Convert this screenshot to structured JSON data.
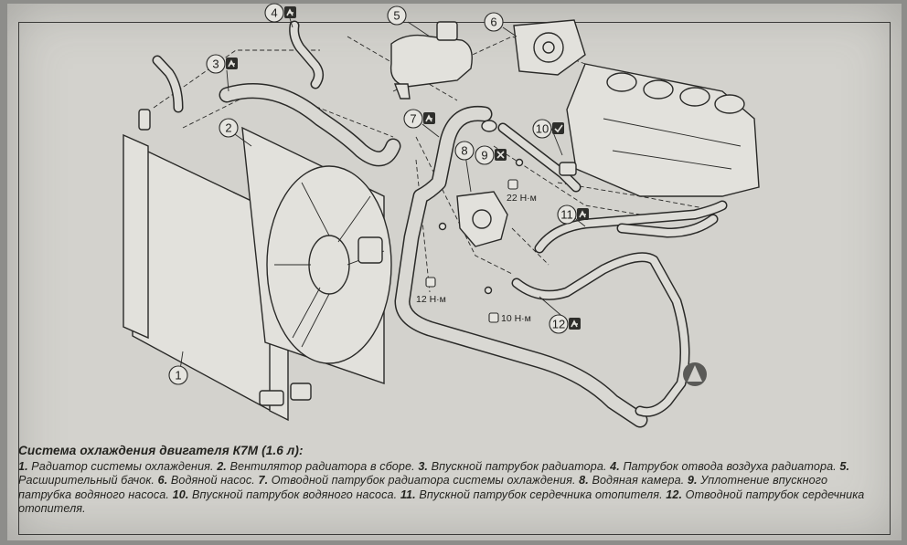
{
  "callouts": [
    {
      "num": "1",
      "symbol": ""
    },
    {
      "num": "2",
      "symbol": ""
    },
    {
      "num": "3",
      "symbol": "hose-clamp-icon"
    },
    {
      "num": "4",
      "symbol": "hose-clamp-icon"
    },
    {
      "num": "5",
      "symbol": ""
    },
    {
      "num": "6",
      "symbol": ""
    },
    {
      "num": "7",
      "symbol": "hose-clamp-icon"
    },
    {
      "num": "8",
      "symbol": ""
    },
    {
      "num": "9",
      "symbol": "replace-cross-icon"
    },
    {
      "num": "10",
      "symbol": "check-icon"
    },
    {
      "num": "11",
      "symbol": "hose-clamp-icon"
    },
    {
      "num": "12",
      "symbol": "hose-clamp-icon"
    }
  ],
  "torques": [
    {
      "value": "22 Н·м"
    },
    {
      "value": "12 Н·м"
    },
    {
      "value": "10 Н·м"
    }
  ],
  "caption": {
    "title": "Система охлаждения двигателя К7М (1.6 л):",
    "items": [
      {
        "num": "1.",
        "text": "Радиатор системы охлаждения."
      },
      {
        "num": "2.",
        "text": "Вентилятор радиатора в сборе."
      },
      {
        "num": "3.",
        "text": "Впускной патрубок радиатора."
      },
      {
        "num": "4.",
        "text": "Патрубок от­вода воздуха радиатора."
      },
      {
        "num": "5.",
        "text": "Расширительный бачок."
      },
      {
        "num": "6.",
        "text": "Водяной насос."
      },
      {
        "num": "7.",
        "text": "Отводной патрубок радиатора системы охлаж­дения."
      },
      {
        "num": "8.",
        "text": "Водяная камера."
      },
      {
        "num": "9.",
        "text": "Уплотнение впускного патрубка водяного насоса."
      },
      {
        "num": "10.",
        "text": "Впускной патрубок водяного насоса."
      },
      {
        "num": "11.",
        "text": "Впускной патрубок сердечника отопителя."
      },
      {
        "num": "12.",
        "text": "Отводной патрубок сердечника отопителя."
      }
    ]
  },
  "colors": {
    "paper": "#d3d2cd",
    "ink": "#23231f",
    "background": "#8d8d8a"
  }
}
